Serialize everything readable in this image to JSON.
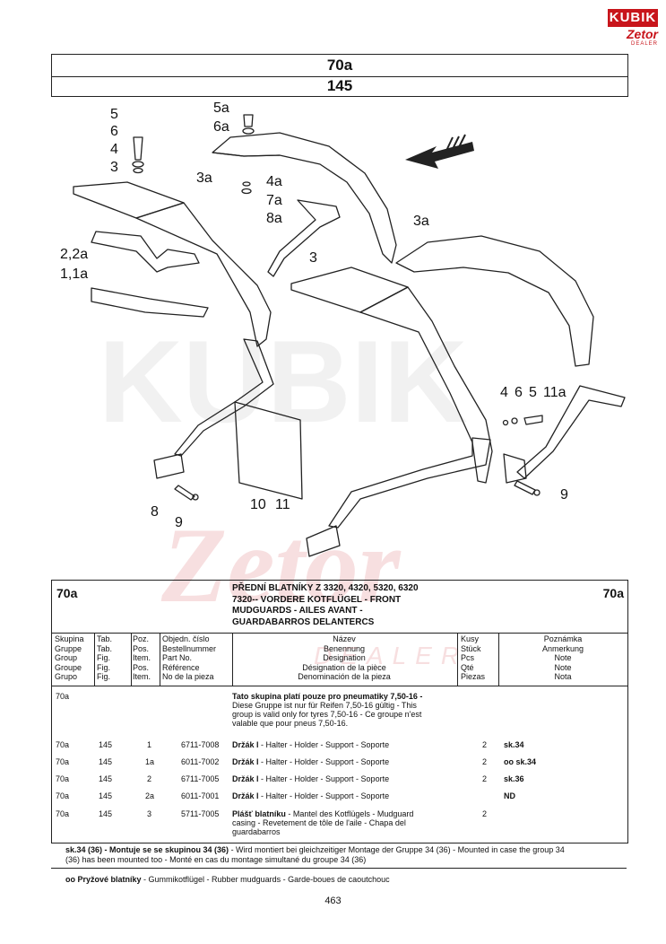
{
  "logo": {
    "brand": "KUBIK",
    "sub": "Zetor",
    "tag": "DEALER"
  },
  "header": {
    "group": "70a",
    "figure": "145"
  },
  "diagram": {
    "callouts": [
      "5",
      "6",
      "4",
      "3",
      "5a",
      "6a",
      "3a",
      "4a",
      "7a",
      "8a",
      "3a",
      "2,2a",
      "1,1a",
      "3",
      "4",
      "6",
      "5",
      "11a",
      "9",
      "8",
      "9",
      "10",
      "11"
    ]
  },
  "table": {
    "code_left": "70a",
    "code_right": "70a",
    "title_lines": [
      "PŘEDNÍ BLATNÍKY Z 3320, 4320, 5320, 6320",
      "7320-- VORDERE KOTFLÜGEL - FRONT",
      "MUDGUARDS - AILES AVANT -",
      "GUARDABARROS DELANTERCS"
    ],
    "columns": {
      "skupina": [
        "Skupina",
        "Gruppe",
        "Group",
        "Groupe",
        "Grupo"
      ],
      "tab": [
        "Tab.",
        "Tab.",
        "Fig.",
        "Fig.",
        "Fig."
      ],
      "poz": [
        "Poz.",
        "Pos.",
        "Item.",
        "Pos.",
        "Item."
      ],
      "objedn": [
        "Objedn. číslo",
        "Bestellnummer",
        "Part No.",
        "Référence",
        "No de la pieza"
      ],
      "nazev": [
        "Název",
        "Benennung",
        "Designation",
        "Désignation de la pièce",
        "Denominación de la pieza"
      ],
      "kusy": [
        "Kusy",
        "Stück",
        "Pcs",
        "Qté",
        "Piezas"
      ],
      "poznamka": [
        "Poznámka",
        "Anmerkung",
        "Note",
        "Note",
        "Nota"
      ]
    },
    "note_row": {
      "group": "70a",
      "bold": "Tato skupina platí pouze pro pneumatiky 7,50-16 -",
      "lines": [
        "Diese Gruppe ist nur für Reifen 7,50-16 gültig - This",
        "group is valid only for tyres 7,50-16 - Ce groupe n'est",
        "valable que pour pneus 7,50-16."
      ]
    },
    "rows": [
      {
        "group": "70a",
        "tab": "145",
        "pos": "1",
        "part": "6711-7008",
        "name_bold": "Držák l",
        "name": " - Halter - Holder - Support - Soporte",
        "qty": "2",
        "note": "sk.34"
      },
      {
        "group": "70a",
        "tab": "145",
        "pos": "1a",
        "part": "6011-7002",
        "name_bold": "Držák l",
        "name": " - Halter - Holder - Support - Soporte",
        "qty": "2",
        "note": "oo sk.34"
      },
      {
        "group": "70a",
        "tab": "145",
        "pos": "2",
        "part": "6711-7005",
        "name_bold": "Držák l",
        "name": " - Halter - Holder - Support - Soporte",
        "qty": "2",
        "note": "sk.36"
      },
      {
        "group": "70a",
        "tab": "145",
        "pos": "2a",
        "part": "6011-7001",
        "name_bold": "Držák l",
        "name": " - Halter - Holder - Support - Soporte",
        "qty": "",
        "note": "ND"
      },
      {
        "group": "70a",
        "tab": "145",
        "pos": "3",
        "part": "5711-7005",
        "name_bold": "Plášť blatníku",
        "name": " - Mantel des Kotflügels - Mudguard",
        "name2": "casing - Revetement de tôle de l'aile - Chapa del",
        "name3": "guardabarros",
        "qty": "2",
        "note": ""
      }
    ]
  },
  "footnotes": {
    "f1_bold": "sk.34 (36) - Montuje se se skupinou 34 (36)",
    "f1_rest": " - Wird montiert bei gleichzeitiger Montage der Gruppe 34 (36) - Mounted in case the group 34",
    "f1_line2": "(36) has been mounted too - Monté en cas du montage simultané du groupe 34 (36)",
    "f2_bold": "oo  Pryžové blatníky",
    "f2_rest": " - Gummikotflügel - Rubber mudguards - Garde-boues de caoutchouc"
  },
  "page_number": "463",
  "watermark": {
    "text1": "KUBIK",
    "text2": "Zetor",
    "text3": "DEALER"
  },
  "colors": {
    "brand_red": "#c8151b",
    "watermark": "#f3d3d5"
  }
}
